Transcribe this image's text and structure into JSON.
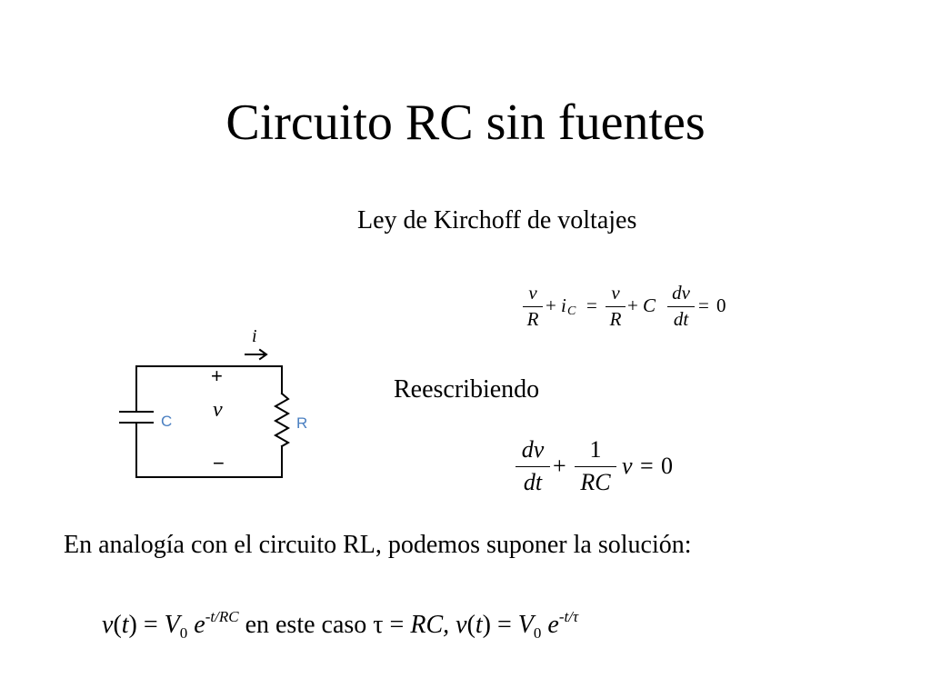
{
  "slide": {
    "title": "Circuito RC sin fuentes",
    "kvl_heading": "Ley de Kirchoff de voltajes",
    "rewrite_heading": "Reescribiendo",
    "analogy_text": "En analogía con el circuito RL, podemos suponer la solución:"
  },
  "equation1": {
    "frac1_num": "v",
    "frac1_den": "R",
    "plus1": "+",
    "i": "i",
    "i_sub": "C",
    "equals1": "=",
    "frac2_num": "v",
    "frac2_den": "R",
    "plus2": "+",
    "C": "C",
    "frac3_num": "dv",
    "frac3_den": "dt",
    "equals2": "=",
    "zero": "0"
  },
  "equation2": {
    "frac1_num": "dv",
    "frac1_den": "dt",
    "plus": "+",
    "frac2_num": "1",
    "frac2_den": "RC",
    "v": "v",
    "equals": "=",
    "zero": "0"
  },
  "solution": {
    "v": "v",
    "t": "t",
    "eq": " = ",
    "V": "V",
    "V_sub": "0",
    "e": "e",
    "exp1": "-t/RC",
    "middle": " en este caso ",
    "tau": "τ",
    "eq2": " = ",
    "RC": "RC,",
    "v2": "v",
    "t2": "t",
    "eq3": " = ",
    "V2": "V",
    "V2_sub": "0",
    "e2": "e",
    "exp2": "-t/τ"
  },
  "circuit": {
    "current_label": "i",
    "plus_label": "+",
    "minus_label": "−",
    "voltage_label": "v",
    "capacitor_label": "C",
    "resistor_label": "R",
    "label_color": "#4a7fc1",
    "wire_color": "#000000"
  }
}
